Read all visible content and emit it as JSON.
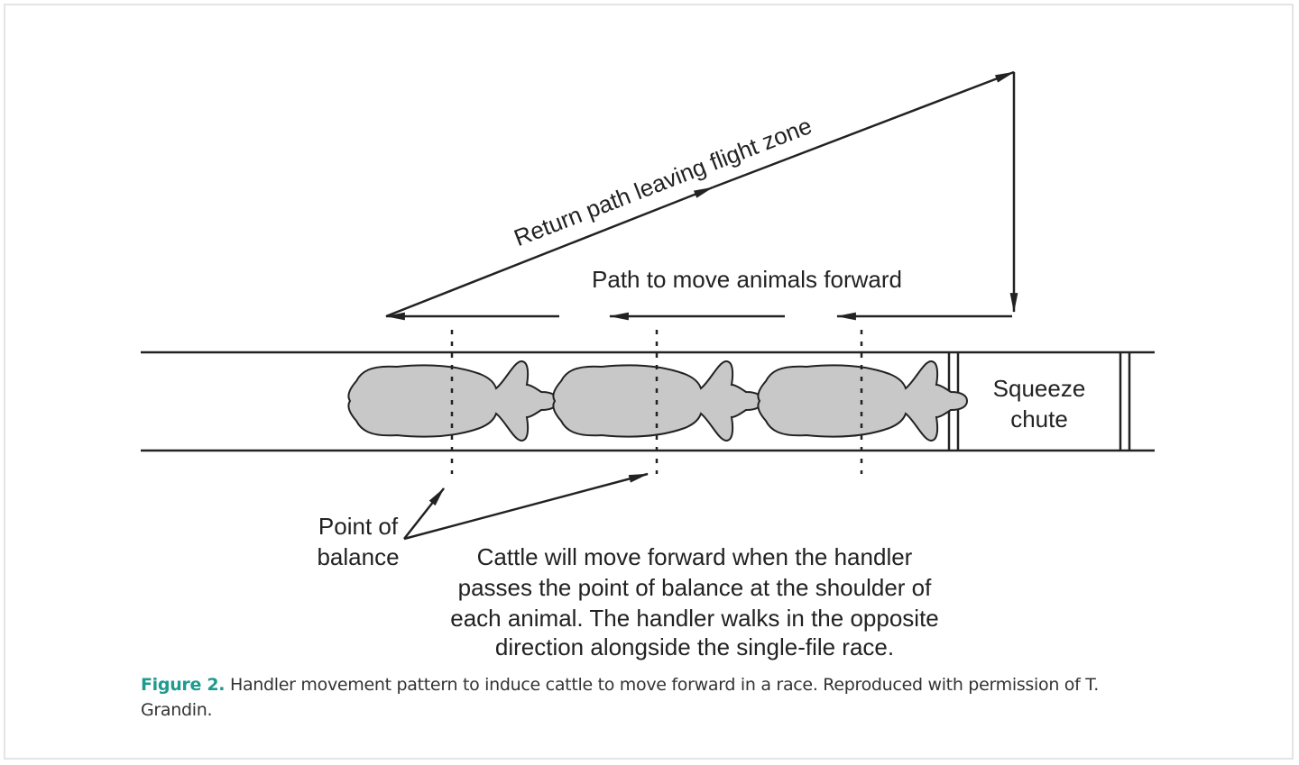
{
  "diagram": {
    "return_path_label": "Return path leaving flight zone",
    "forward_path_label": "Path to move animals forward",
    "chute_label_line1": "Squeeze",
    "chute_label_line2": "chute",
    "balance_label_line1": "Point of",
    "balance_label_line2": "balance",
    "explanation_lines": [
      "Cattle will move forward when the handler",
      "passes the point of balance at the shoulder of",
      "each animal. The handler walks in the opposite",
      "direction alongside the single-file race."
    ],
    "animal_count": 3,
    "colors": {
      "line": "#222222",
      "animal_fill": "#c8c8c8",
      "caption_accent": "#1e9a8e"
    }
  },
  "caption": {
    "figure_label": "Figure 2.",
    "text": " Handler movement pattern to induce cattle to move forward in a race. Reproduced with permission of T. Grandin."
  }
}
